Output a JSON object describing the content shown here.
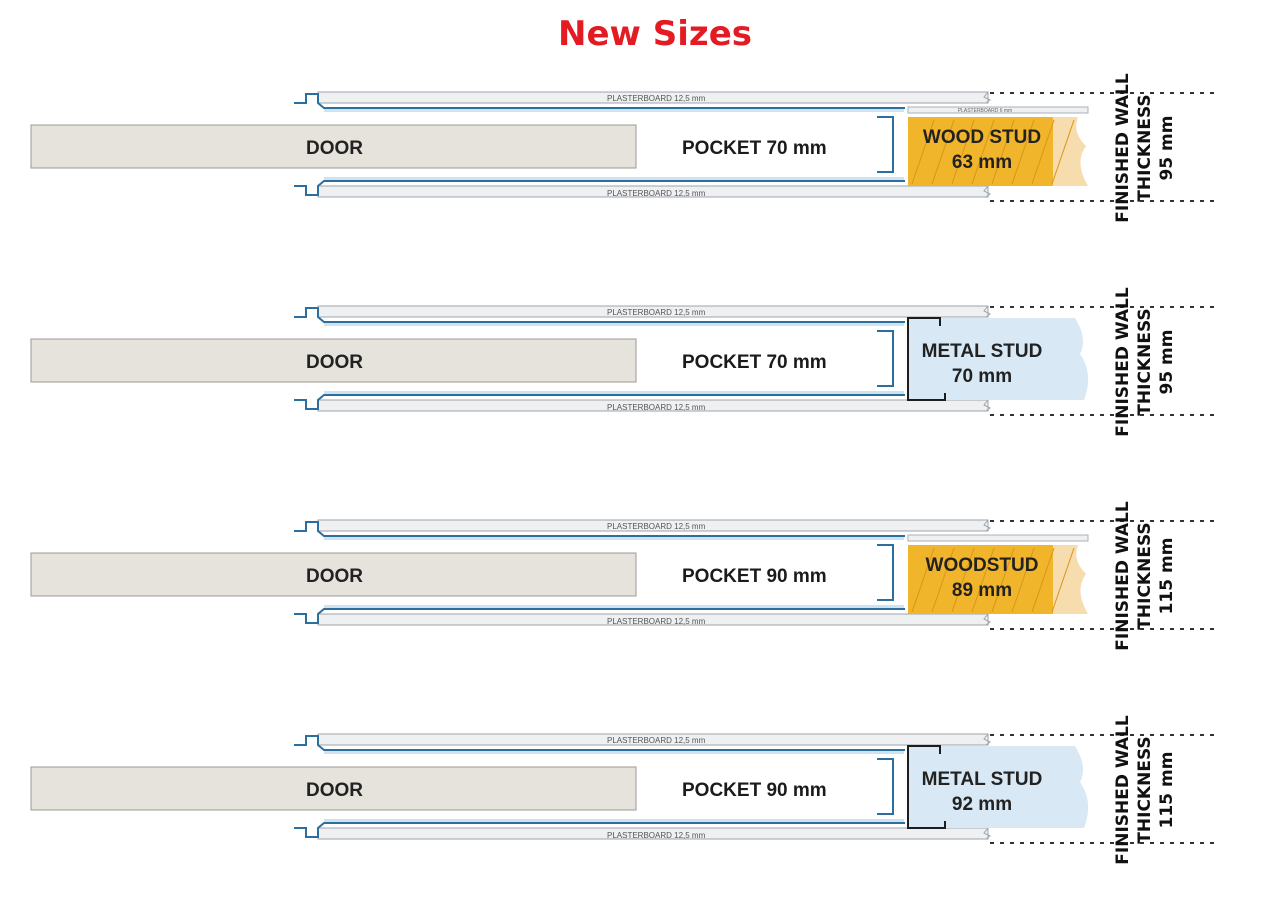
{
  "title": "New Sizes",
  "colors": {
    "title": "#e41b23",
    "door": "#e6e3dc",
    "plaster": "#eef0f2",
    "metal_profile": "#2c6f9e",
    "wood": "#f1b52c",
    "metal_stud": "#d8e9f5"
  },
  "panels": [
    {
      "plaster_top": "PLASTERBOARD 12,5 mm",
      "plaster_bottom": "PLASTERBOARD 12,5 mm",
      "thin_label": "PLASTERBOARD 6 mm",
      "door": "DOOR",
      "pocket_word": "POCKET",
      "pocket_size": "70 mm",
      "stud_type": "wood",
      "stud_line1": "WOOD STUD",
      "stud_line2": "63 mm",
      "wall_line1": "FINISHED WALL",
      "wall_line2": "THICKNESS",
      "wall_line3": "95 mm"
    },
    {
      "plaster_top": "PLASTERBOARD 12,5 mm",
      "plaster_bottom": "PLASTERBOARD 12,5 mm",
      "door": "DOOR",
      "pocket_word": "POCKET",
      "pocket_size": "70 mm",
      "stud_type": "metal",
      "stud_line1": "METAL STUD",
      "stud_line2": "70 mm",
      "wall_line1": "FINISHED WALL",
      "wall_line2": "THICKNESS",
      "wall_line3": "95 mm"
    },
    {
      "plaster_top": "PLASTERBOARD 12,5 mm",
      "plaster_bottom": "PLASTERBOARD 12,5 mm",
      "door": "DOOR",
      "pocket_word": "POCKET",
      "pocket_size": "90 mm",
      "stud_type": "wood",
      "stud_line1": "WOODSTUD",
      "stud_line2": "89 mm",
      "wall_line1": "FINISHED WALL",
      "wall_line2": "THICKNESS",
      "wall_line3": "115 mm"
    },
    {
      "plaster_top": "PLASTERBOARD 12,5 mm",
      "plaster_bottom": "PLASTERBOARD 12,5 mm",
      "door": "DOOR",
      "pocket_word": "POCKET",
      "pocket_size": "90 mm",
      "stud_type": "metal",
      "stud_line1": "METAL STUD",
      "stud_line2": "92 mm",
      "wall_line1": "FINISHED WALL",
      "wall_line2": "THICKNESS",
      "wall_line3": "115 mm"
    }
  ]
}
